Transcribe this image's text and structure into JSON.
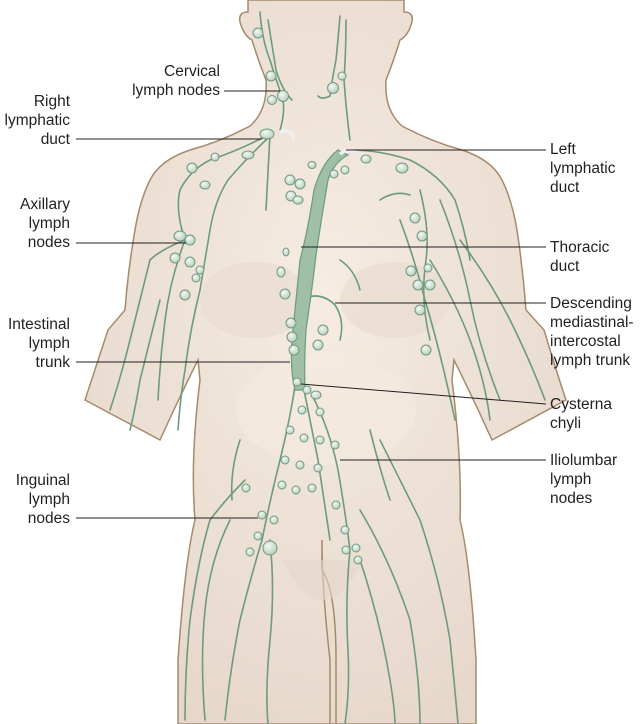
{
  "figure": {
    "subject": "Lymphatic system of the human torso, anterior view",
    "colors": {
      "skin": "#efe3d8",
      "skin_shadow": "#e2d2c5",
      "outline": "#a58b6a",
      "vessel": "#6e9a7e",
      "node_fill": "#d9e6dc",
      "duct_fill": "#9fbfa6",
      "leader_line": "#231f20"
    }
  },
  "labels": {
    "left": [
      {
        "id": "cervical",
        "text": "Cervical\nlymph nodes"
      },
      {
        "id": "right_lymphatic_duct",
        "text": "Right\nlymphatic\nduct"
      },
      {
        "id": "axillary",
        "text": "Axillary\nlymph\nnodes"
      },
      {
        "id": "intestinal_trunk",
        "text": "Intestinal\nlymph\ntrunk"
      },
      {
        "id": "inguinal",
        "text": "Inguinal\nlymph\nnodes"
      }
    ],
    "right": [
      {
        "id": "left_lymphatic_duct",
        "text": "Left\nlymphatic\nduct"
      },
      {
        "id": "thoracic_duct",
        "text": "Thoracic\nduct"
      },
      {
        "id": "descending_trunk",
        "text": "Descending\nmediastinal-\nintercostal\nlymph trunk"
      },
      {
        "id": "cysterna_chyli",
        "text": "Cysterna\nchyli"
      },
      {
        "id": "iliolumbar",
        "text": "Iliolumbar\nlymph\nnodes"
      }
    ]
  }
}
